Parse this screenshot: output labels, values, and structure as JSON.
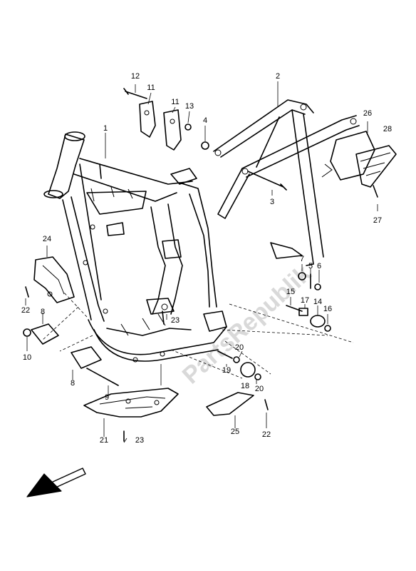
{
  "watermark": "PartsRepublik",
  "callouts": {
    "c1": "1",
    "c2": "2",
    "c3": "3",
    "c4": "4",
    "c5": "5",
    "c6": "6",
    "c7": "7",
    "c8a": "8",
    "c8b": "8",
    "c9": "9",
    "c10": "10",
    "c11a": "11",
    "c11b": "11",
    "c12": "12",
    "c13": "13",
    "c14": "14",
    "c15": "15",
    "c16": "16",
    "c17": "17",
    "c18": "18",
    "c19": "19",
    "c20a": "20",
    "c20b": "20",
    "c21": "21",
    "c22a": "22",
    "c22b": "22",
    "c23a": "23",
    "c23b": "23",
    "c24": "24",
    "c25": "25",
    "c26": "26",
    "c27": "27",
    "c28": "28"
  },
  "icons": {
    "direction": "front-direction-arrow-icon"
  }
}
